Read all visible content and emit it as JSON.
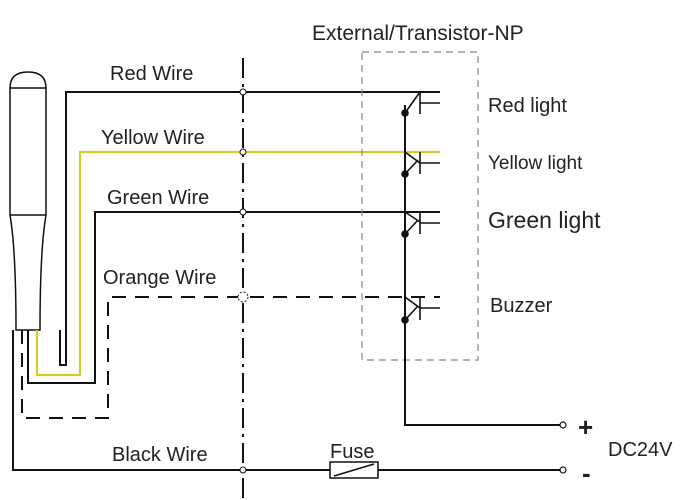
{
  "title": "External/Transistor-NP",
  "wires": {
    "red": "Red Wire",
    "yellow": "Yellow Wire",
    "green": "Green Wire",
    "orange": "Orange Wire",
    "black": "Black Wire"
  },
  "outputs": {
    "red": "Red light",
    "yellow": "Yellow light",
    "green": "Green light",
    "buzzer": "Buzzer"
  },
  "fuse": "Fuse",
  "supply": {
    "plus": "+",
    "minus": "-",
    "voltage": "DC24V"
  },
  "colors": {
    "line": "#111111",
    "yellow_wire": "#d4cc2a",
    "box": "#888888"
  }
}
